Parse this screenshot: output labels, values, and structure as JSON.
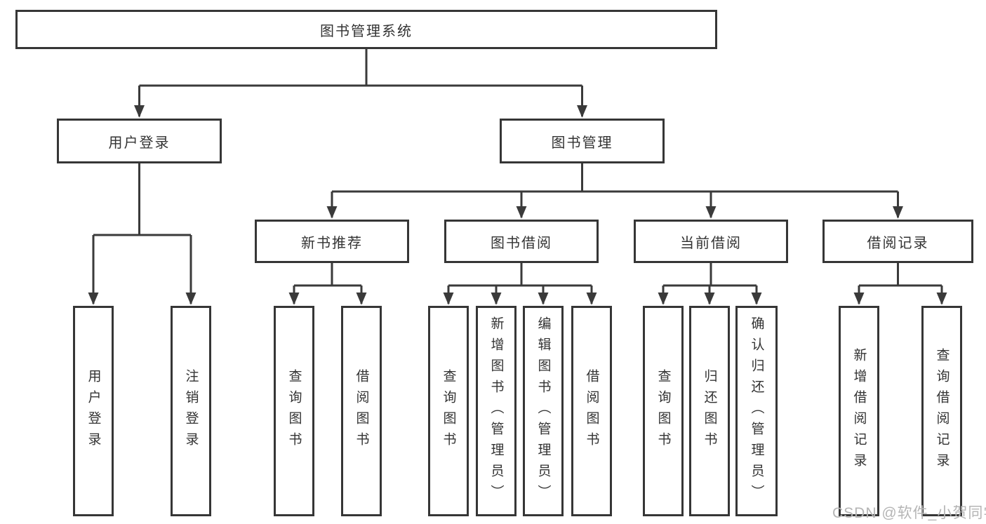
{
  "tree": {
    "label": "图书管理系统",
    "children": [
      {
        "label": "用户登录",
        "children": [
          {
            "label": "用户登录"
          },
          {
            "label": "注销登录"
          }
        ]
      },
      {
        "label": "图书管理",
        "children": [
          {
            "label": "新书推荐",
            "children": [
              {
                "label": "查询图书"
              },
              {
                "label": "借阅图书"
              }
            ]
          },
          {
            "label": "图书借阅",
            "children": [
              {
                "label": "查询图书"
              },
              {
                "label": "新增图书（管理员）"
              },
              {
                "label": "编辑图书（管理员）"
              },
              {
                "label": "借阅图书"
              }
            ]
          },
          {
            "label": "当前借阅",
            "children": [
              {
                "label": "查询图书"
              },
              {
                "label": "归还图书"
              },
              {
                "label": "确认归还（管理员）"
              }
            ]
          },
          {
            "label": "借阅记录",
            "children": [
              {
                "label": "新增借阅记录"
              },
              {
                "label": "查询借阅记录"
              }
            ]
          }
        ]
      }
    ]
  },
  "watermark": "CSDN @软件_小贺同学",
  "colors": {
    "line": "#3a3a3a",
    "border": "#363636",
    "text": "#333333",
    "watermark_text": "#b5b5b5",
    "background": "#ffffff"
  }
}
